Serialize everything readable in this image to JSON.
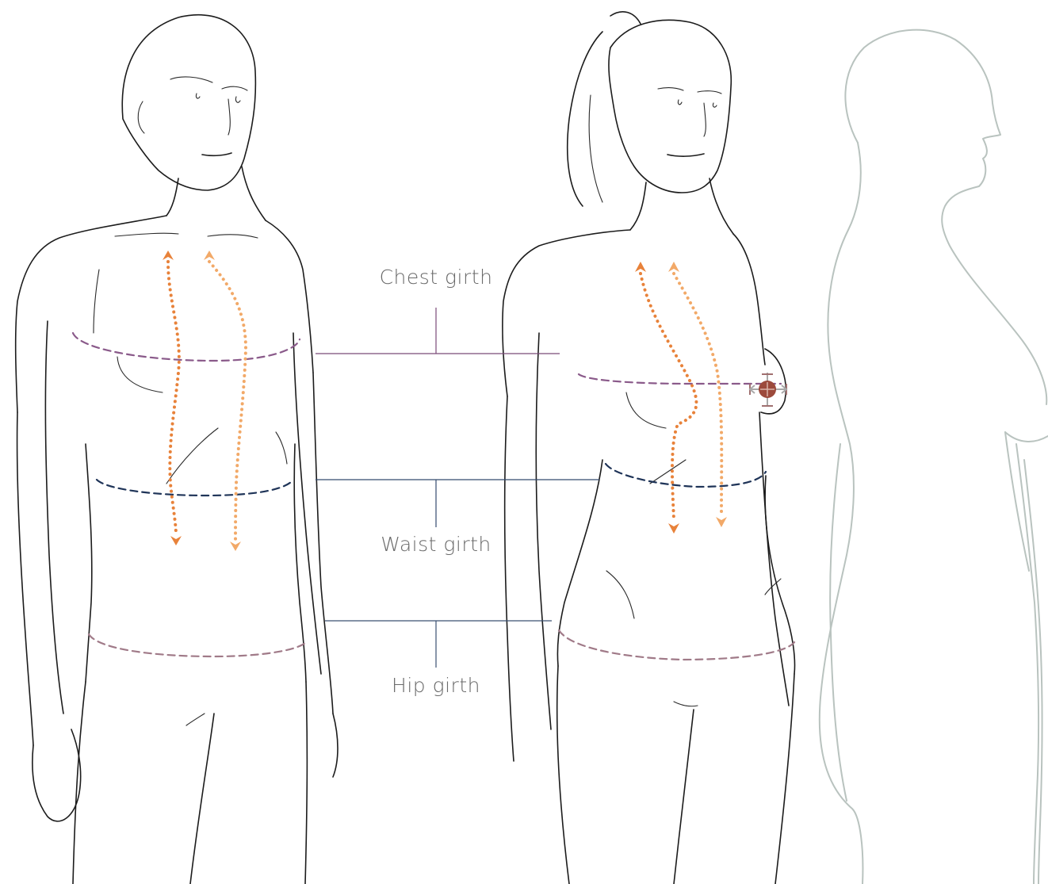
{
  "labels": {
    "chest": "Chest girth",
    "waist": "Waist girth",
    "hip": "Hip girth"
  },
  "colors": {
    "background": "#ffffff",
    "sketch_line": "#1c1c1c",
    "profile_line": "#b9c3bf",
    "chest_girth_line": "#8a5a8a",
    "waist_girth_line": "#1f3458",
    "hip_girth_line": "#a07a88",
    "arrow_dark_orange": "#e8823a",
    "arrow_light_orange": "#f2a968",
    "marker_fill": "#9c4a3c",
    "marker_arrows": "#a8a8a8",
    "label_text": "#6a6a6a"
  },
  "figures": [
    {
      "name": "male-front-figure"
    },
    {
      "name": "female-front-figure"
    },
    {
      "name": "female-side-profile"
    }
  ],
  "icons": {
    "measurement_point": "crosshair-move-icon"
  }
}
